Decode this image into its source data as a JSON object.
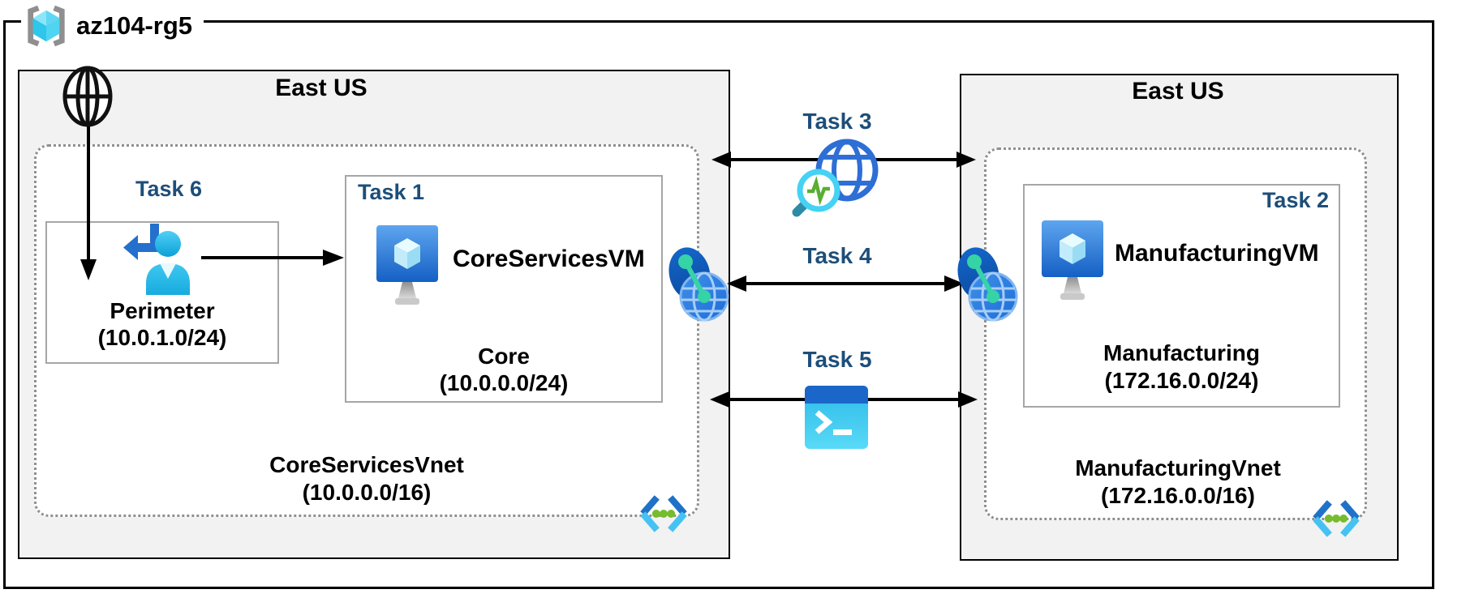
{
  "resource_group": {
    "name": "az104-rg5"
  },
  "left_region": {
    "title": "East US",
    "vnet": {
      "name": "CoreServicesVnet",
      "cidr": "(10.0.0.0/16)"
    },
    "perimeter_subnet": {
      "task_label": "Task 6",
      "name": "Perimeter",
      "cidr": "(10.0.1.0/24)"
    },
    "core_box": {
      "task_label": "Task 1",
      "vm_name": "CoreServicesVM",
      "subnet_name": "Core",
      "subnet_cidr": "(10.0.0.0/24)"
    }
  },
  "right_region": {
    "title": "East US",
    "vnet": {
      "name": "ManufacturingVnet",
      "cidr": "(172.16.0.0/16)"
    },
    "manufacturing_box": {
      "task_label": "Task 2",
      "vm_name": "ManufacturingVM",
      "subnet_name": "Manufacturing",
      "subnet_cidr": "(172.16.0.0/24)"
    }
  },
  "connections": {
    "task3": {
      "label": "Task 3"
    },
    "task4": {
      "label": "Task 4"
    },
    "task5": {
      "label": "Task 5"
    }
  },
  "icons": {
    "resource_group": "resource-group-icon",
    "internet": "internet-globe-icon",
    "perimeter_user": "user-return-arrow-icon",
    "vm": "virtual-machine-icon",
    "network_watcher": "network-watcher-icon",
    "vnet_peering": "vnet-peering-icon",
    "cloud_shell": "cloud-shell-icon",
    "virtual_network": "virtual-network-icon"
  },
  "colors": {
    "task_label": "#1d4e79",
    "region_background": "#f2f2f2",
    "box_border": "#a6a6a6",
    "dashed_border": "#8f8f8f",
    "arrow": "#000000",
    "azure_blue": "#1565c4",
    "azure_cyan": "#50e6ff",
    "green_accent": "#76bc2d"
  }
}
